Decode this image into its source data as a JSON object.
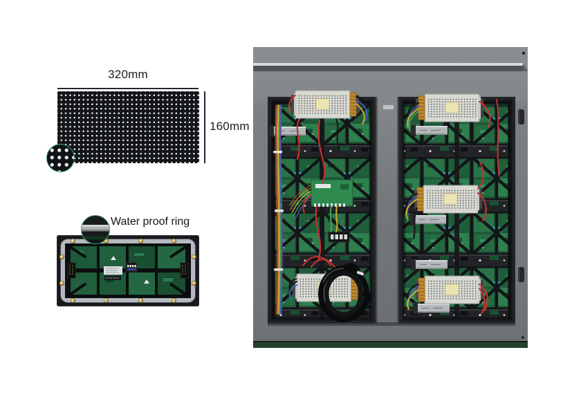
{
  "left_panel": {
    "front_module": {
      "width_label": "320mm",
      "height_label": "160mm"
    },
    "back_module": {
      "callout_label": "Water proof ring"
    }
  },
  "colors": {
    "background": "#ffffff",
    "annotation_text": "#1c1c1c",
    "magnifier_ring_green": "#3f9e68",
    "module_black": "#14161a",
    "led_dot_white": "#eef2f5",
    "gasket_silver": "#b6bac0",
    "screw_brass": "#b08f3c",
    "pcb_green_dark": "#1c5a39",
    "cabinet_gray": "#7b7e82",
    "bay_black": "#0c0d0f",
    "photo_pcb_green": "#2e7d4a",
    "psu_silver": "#d8d9d3",
    "psu_terminal_brass": "#c08a30",
    "wire_red": "#c8322e",
    "wire_yellow": "#d2af2a",
    "wire_blue": "#3a5fb0",
    "ribbon_cable_gray": "#b4b8bb",
    "bottom_strip_green": "#24422c"
  }
}
